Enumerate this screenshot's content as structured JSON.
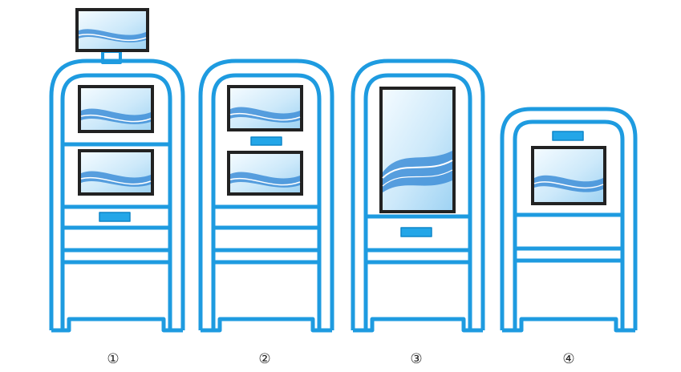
{
  "colors": {
    "frame": "#1E9BE0",
    "panel": "#23A6E8",
    "panel_edge": "#0E86C9",
    "bezel": "#222222",
    "screen_light": "#EAF6FD",
    "screen_wave": "#3F8FD8"
  },
  "kiosks": [
    {
      "label": "①"
    },
    {
      "label": "②"
    },
    {
      "label": "③"
    },
    {
      "label": "④"
    }
  ]
}
